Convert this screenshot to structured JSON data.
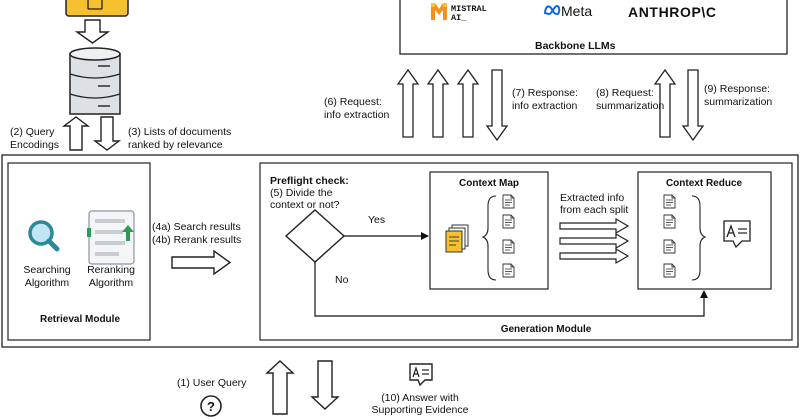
{
  "top": {
    "llm_box_title": "Backbone LLMs",
    "logos": {
      "mistral_line1": "MISTRAL",
      "mistral_line2": "AI_",
      "meta": "Meta",
      "anthropic": "ANTHROP\\C"
    }
  },
  "left_flow": {
    "query_encodings": [
      "(2) Query",
      "Encodings"
    ],
    "lists_of_documents": [
      "(3) Lists of documents",
      "ranked by relevance"
    ]
  },
  "llm_flow": {
    "request_info_extraction": [
      "(6) Request:",
      "info extraction"
    ],
    "response_info_extraction": [
      "(7) Response:",
      "info extraction"
    ],
    "request_summarization": [
      "(8) Request:",
      "summarization"
    ],
    "response_summarization": [
      "(9) Response:",
      "summarization"
    ]
  },
  "retrieval_module": {
    "title": "Retrieval Module",
    "searching": [
      "Searching",
      "Algorithm"
    ],
    "reranking": [
      "Reranking",
      "Algorithm"
    ]
  },
  "search_results": [
    "(4a) Search results",
    "(4b) Rerank results"
  ],
  "generation_module": {
    "title": "Generation Module",
    "preflight": [
      "Preflight check:",
      "(5) Divide the",
      "context or not?"
    ],
    "yes_label": "Yes",
    "no_label": "No",
    "context_map_title": "Context Map",
    "extracted_info": [
      "Extracted info",
      "from each split"
    ],
    "context_reduce_title": "Context Reduce"
  },
  "bottom": {
    "user_query": "(1) User Query",
    "answer": [
      "(10) Answer with",
      "Supporting Evidence"
    ]
  },
  "colors": {
    "folder_fill": "#f5c12e",
    "magnifier_teal": "#2b8a9a",
    "magnifier_blue": "#bfe6f2",
    "rerank_green": "#2e9a5a",
    "mistral_orange": "#f5901c",
    "meta_blue": "#0866ff"
  }
}
